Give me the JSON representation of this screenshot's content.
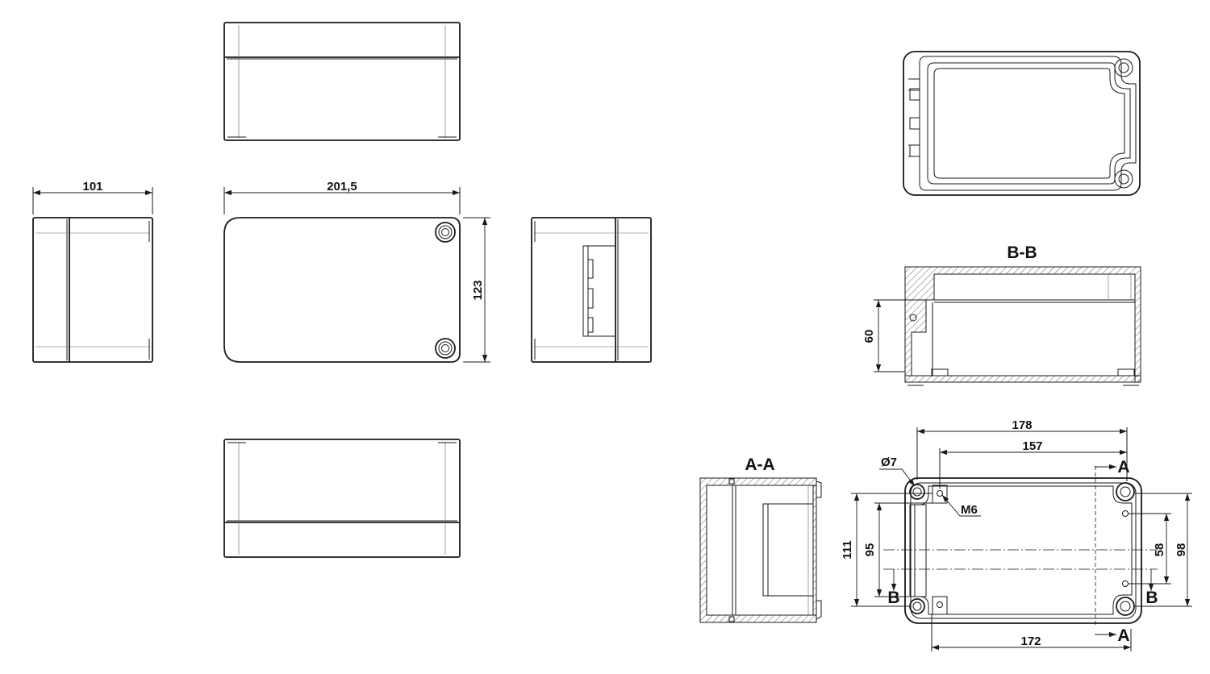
{
  "dimensions": {
    "front_width": "201,5",
    "front_height": "123",
    "side_depth": "101",
    "bb_depth": "60",
    "base_outer_width": "178",
    "base_hole_spacing": "157",
    "base_inner_width": "172",
    "base_height_111": "111",
    "base_height_95": "95",
    "base_height_58": "58",
    "base_height_98": "98"
  },
  "callouts": {
    "hole_diameter": "Ø7",
    "thread": "M6"
  },
  "sections": {
    "aa_title": "A-A",
    "bb_title": "B-B",
    "a_marker": "A",
    "b_marker": "B"
  },
  "colors": {
    "line": "#1a1a1a",
    "background": "#ffffff"
  }
}
